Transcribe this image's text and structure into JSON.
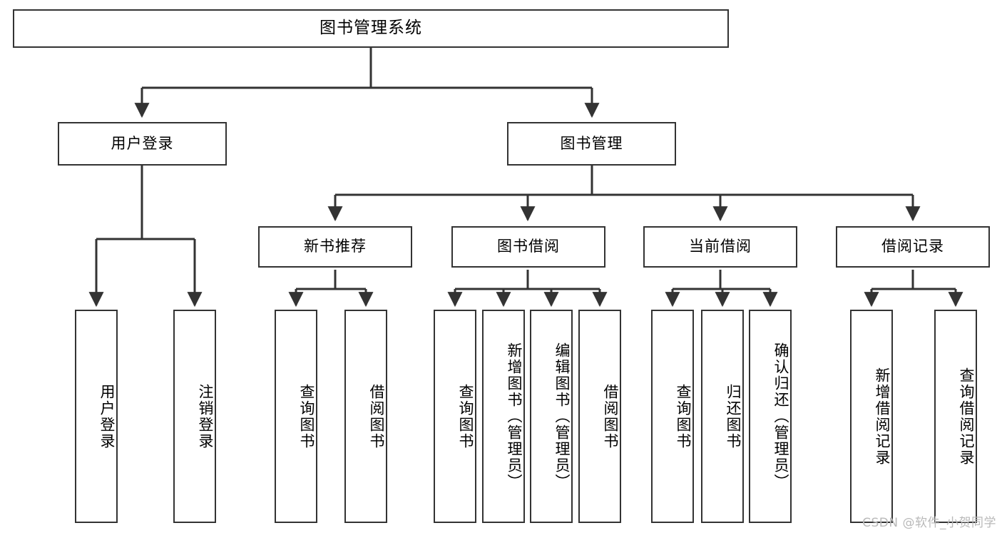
{
  "diagram": {
    "title": "图书管理系统",
    "type": "tree-hierarchy-chart",
    "orientation": "top-down",
    "line_color": "#333333",
    "box_fill": "#ffffff",
    "text_color": "#000000",
    "watermark": "CSDN @软件_小贺同学"
  },
  "nodes": {
    "root": {
      "label": "图书管理系统"
    },
    "level2": [
      {
        "label": "用户登录"
      },
      {
        "label": "图书管理"
      }
    ],
    "level3": [
      {
        "label": "新书推荐"
      },
      {
        "label": "图书借阅"
      },
      {
        "label": "当前借阅"
      },
      {
        "label": "借阅记录"
      }
    ],
    "leaves_user_login": [
      {
        "label": "用户登录"
      },
      {
        "label": "注销登录"
      }
    ],
    "leaves_new_book": [
      {
        "label": "查询图书"
      },
      {
        "label": "借阅图书"
      }
    ],
    "leaves_borrow": [
      {
        "label": "查询图书"
      },
      {
        "label": "新增图书（管理员）"
      },
      {
        "label": "编辑图书（管理员）"
      },
      {
        "label": "借阅图书"
      }
    ],
    "leaves_current": [
      {
        "label": "查询图书"
      },
      {
        "label": "归还图书"
      },
      {
        "label": "确认归还（管理员）"
      }
    ],
    "leaves_records": [
      {
        "label": "新增借阅记录"
      },
      {
        "label": "查询借阅记录"
      }
    ]
  }
}
